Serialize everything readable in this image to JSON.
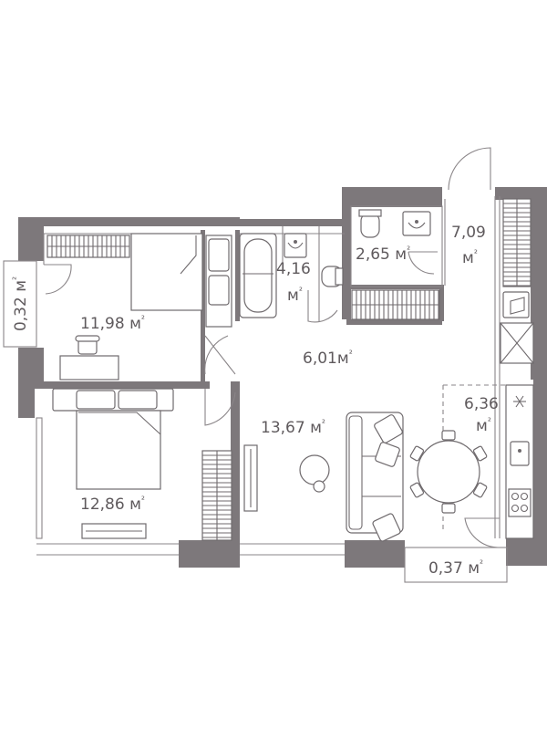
{
  "rooms": [
    {
      "id": "loggia-left",
      "area": "0,32 м²"
    },
    {
      "id": "bedroom-1",
      "area": "11,98 м²"
    },
    {
      "id": "bathroom",
      "line1": "4,16",
      "line2": "м²"
    },
    {
      "id": "wc",
      "area": "2,65 м²"
    },
    {
      "id": "hall",
      "line1": "7,09",
      "line2": "м²"
    },
    {
      "id": "corridor",
      "area": "6,01м²"
    },
    {
      "id": "living-room",
      "area": "13,67 м²"
    },
    {
      "id": "kitchen",
      "line1": "6,36",
      "line2": "м²"
    },
    {
      "id": "bedroom-2",
      "area": "12,86 м²"
    },
    {
      "id": "loggia-bottom",
      "area": "0,37 м²"
    }
  ],
  "colors": {
    "wall": "#7d787b",
    "text": "#5f5a5d",
    "line": "#6f6a6d"
  },
  "icons": [
    "snowflake-icon",
    "sink-icon",
    "hob-icon",
    "toilet-icon",
    "bathtub-icon"
  ]
}
